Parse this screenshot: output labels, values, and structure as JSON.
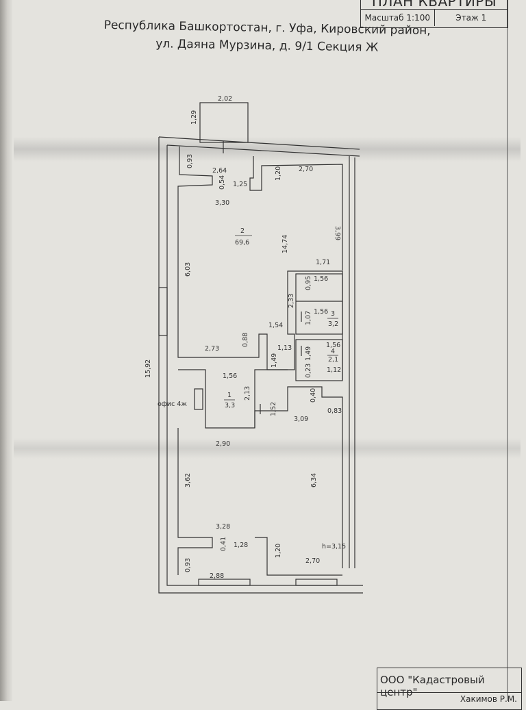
{
  "header": {
    "title": "ПЛАН КВАРТИРЫ",
    "scale": "Масштаб 1:100",
    "floor": "Этаж 1"
  },
  "address": {
    "line1": "Республика Башкортостан, г. Уфа, Кировский район,",
    "line2": "ул. Даяна Мурзина, д. 9/1 Секция Ж"
  },
  "plan": {
    "dims": [
      "2,02",
      "1,29",
      "0,93",
      "2,64",
      "0,54",
      "1,25",
      "1,20",
      "2,70",
      "3,30",
      "3,99",
      "14,74",
      "1,71",
      "6,03",
      "1,56",
      "0,95",
      "2,33",
      "1,56",
      "1,07",
      "1,54",
      "0,88",
      "2,73",
      "1,13",
      "1,49",
      "1,56",
      "1,49",
      "0,23",
      "1,12",
      "15,92",
      "1,56",
      "2,13",
      "0,40",
      "1,52",
      "0,83",
      "3,09",
      "2,90",
      "3,62",
      "6,34",
      "3,28",
      "0,41",
      "1,28",
      "1,20",
      "2,70",
      "0,93",
      "2,88"
    ],
    "rooms": [
      {
        "num": "2",
        "area": "69,6"
      },
      {
        "num": "3",
        "area": "3,2"
      },
      {
        "num": "4",
        "area": "2,1"
      },
      {
        "num": "1",
        "area": "3,3"
      }
    ],
    "office_label": "офис 4ж",
    "height": "h=3,15"
  },
  "footer": {
    "org": "ООО \"Кадастровый центр\"",
    "person": "Хакимов Р.М."
  }
}
